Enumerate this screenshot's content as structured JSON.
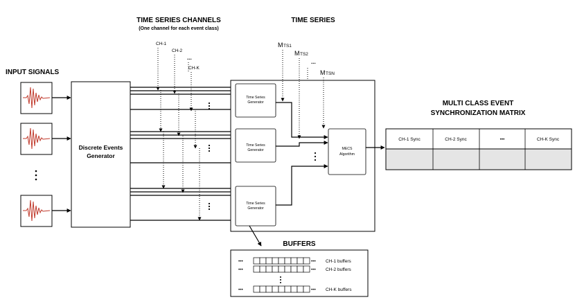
{
  "titles": {
    "time_series_channels": "TIME SERIES CHANNELS",
    "time_series_channels_sub": "(One channel for each event class)",
    "time_series": "TIME SERIES",
    "input_signals": "INPUT SIGNALS",
    "matrix_line1": "MULTI CLASS EVENT",
    "matrix_line2": "SYNCHRONIZATION MATRIX",
    "buffers": "BUFFERS"
  },
  "channels": {
    "ch1": "CH-1",
    "ch2": "CH-2",
    "ellipsis": "...",
    "chk": "CH-K"
  },
  "time_series_labels": {
    "m1_main": "M",
    "m1_sub": "TS1",
    "m2_main": "M",
    "m2_sub": "TS2",
    "ellipsis": "...",
    "mn_main": "M",
    "mn_sub": "TSN"
  },
  "generator": {
    "line1": "Discrete Events",
    "line2": "Generator"
  },
  "ts_generator": {
    "line1": "Time Series",
    "line2": "Generator"
  },
  "mecs": {
    "line1": "MECS",
    "line2": "Algorithm"
  },
  "matrix": {
    "headers": [
      "CH-1 Sync",
      "CH-2 Sync",
      "•••",
      "CH-K Sync"
    ]
  },
  "buffers": {
    "rows": [
      "CH-1 buffers",
      "CH-2 buffers",
      "CH-K buffers"
    ],
    "dots": "•••"
  },
  "colors": {
    "wave": "#c0392b",
    "matrix_row": "#e5e5e5"
  }
}
